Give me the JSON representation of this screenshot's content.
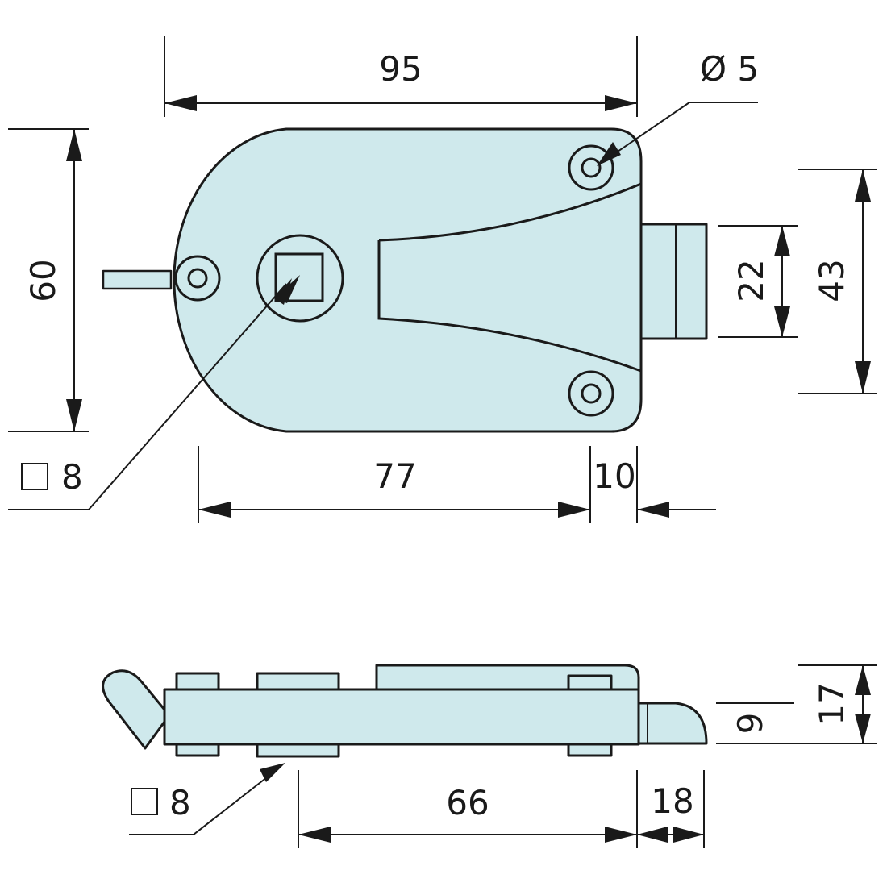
{
  "colors": {
    "part_fill": "#cfe9ec",
    "line": "#1a1a1a",
    "background": "#ffffff"
  },
  "top_view": {
    "width_overall": "95",
    "hole_diameter": "Ø 5",
    "height_overall": "60",
    "bolt_height": "22",
    "mount_height": "43",
    "square_hole": "8",
    "body_length": "77",
    "bolt_projection": "10"
  },
  "side_view": {
    "square_hole": "8",
    "length": "66",
    "bolt_length": "18",
    "thickness_body": "9",
    "thickness_overall": "17"
  },
  "icons": {
    "square": "square-symbol-icon"
  }
}
